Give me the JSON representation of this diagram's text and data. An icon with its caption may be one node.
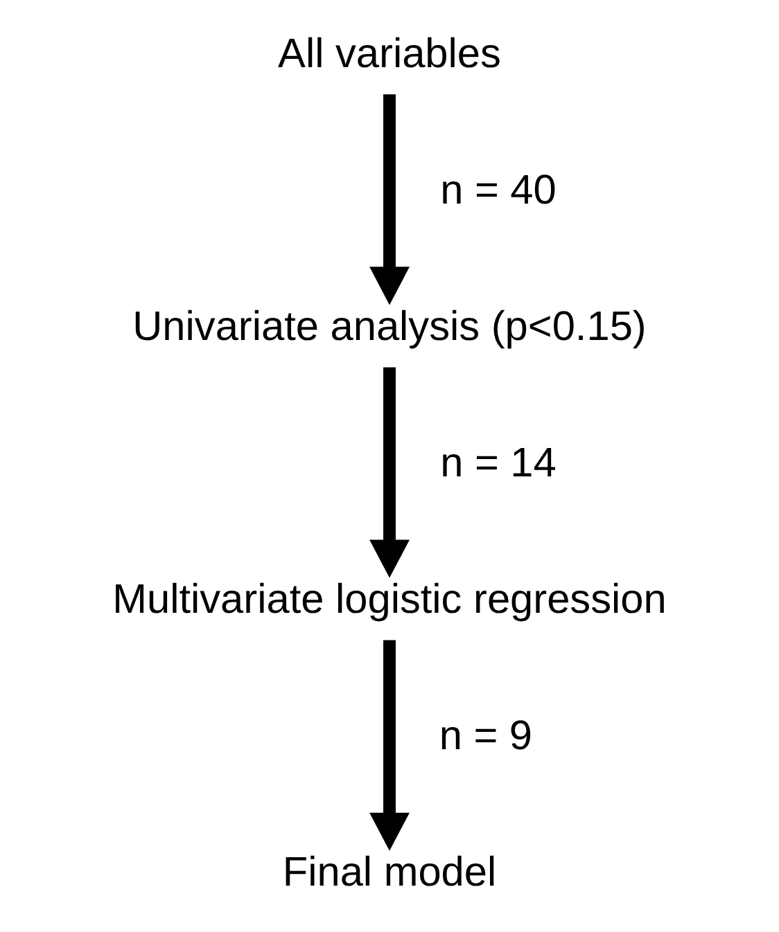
{
  "diagram": {
    "nodes": [
      {
        "text": [
          "All variables"
        ]
      },
      {
        "text": [
          "Univariate analysis (p<0.15)"
        ]
      },
      {
        "text": [
          "Multivariate logistic regression"
        ]
      },
      {
        "text": [
          "Final model"
        ]
      }
    ],
    "edges": [
      {
        "from": 0,
        "to": 1,
        "arrow": "to",
        "label": "n = 40"
      },
      {
        "from": 1,
        "to": 2,
        "arrow": "to",
        "label": "n = 14"
      },
      {
        "from": 2,
        "to": 3,
        "arrow": "to",
        "label": "n = 9"
      }
    ]
  }
}
